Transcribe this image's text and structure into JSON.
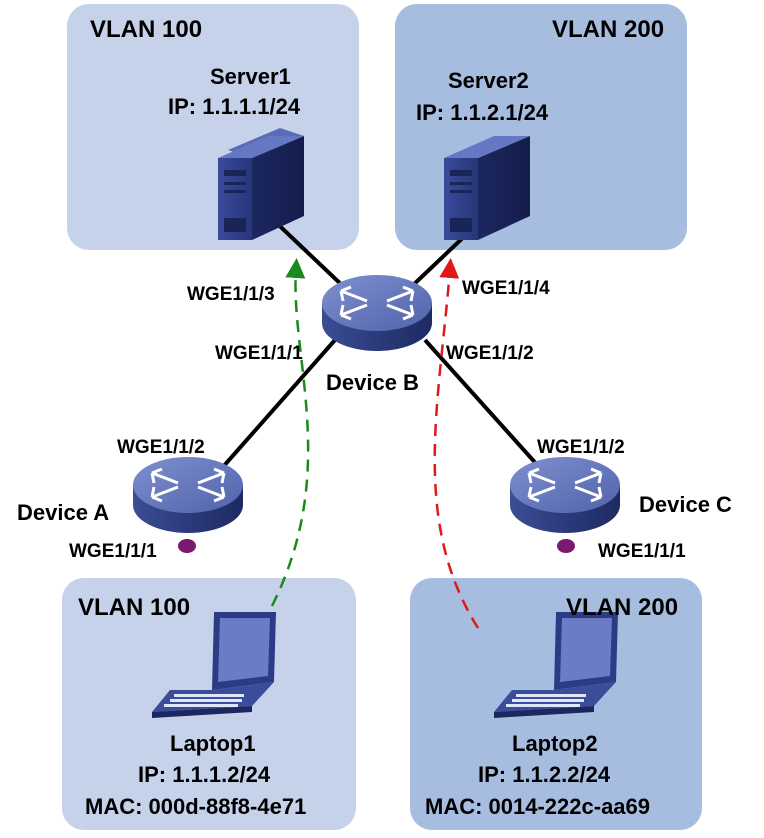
{
  "zones": {
    "top_left": {
      "vlan": "VLAN 100",
      "host": "Server1",
      "ip": "IP: 1.1.1.1/24"
    },
    "top_right": {
      "vlan": "VLAN 200",
      "host": "Server2",
      "ip": "IP: 1.1.2.1/24"
    },
    "bottom_left": {
      "vlan": "VLAN 100",
      "host": "Laptop1",
      "ip": "IP: 1.1.1.2/24",
      "mac": "MAC: 000d-88f8-4e71"
    },
    "bottom_right": {
      "vlan": "VLAN 200",
      "host": "Laptop2",
      "ip": "IP: 1.1.2.2/24",
      "mac": "MAC: 0014-222c-aa69"
    }
  },
  "devices": {
    "device_b": {
      "name": "Device B",
      "port_1": "WGE1/1/1",
      "port_2": "WGE1/1/2",
      "port_3": "WGE1/1/3",
      "port_4": "WGE1/1/4"
    },
    "device_a": {
      "name": "Device A",
      "port_1": "WGE1/1/1",
      "port_2": "WGE1/1/2"
    },
    "device_c": {
      "name": "Device C",
      "port_1": "WGE1/1/1",
      "port_2": "WGE1/1/2"
    }
  },
  "colors": {
    "zone_light": "#c5d2ea",
    "zone_dark": "#a7bde0",
    "flow_vlan100": "#1a8a1a",
    "flow_vlan200": "#e01818",
    "port_dot": "#7a1a6e"
  },
  "icons": {
    "server": "server-icon",
    "switch": "switch-icon",
    "laptop": "laptop-icon"
  }
}
